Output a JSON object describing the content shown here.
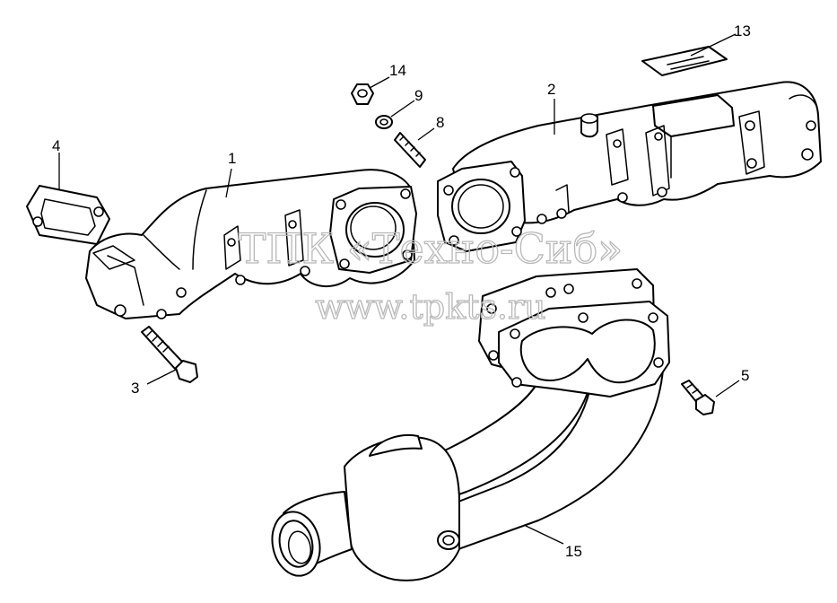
{
  "watermark": {
    "line1": "ТПК «Техно-Сиб»",
    "line2": "www.tpkts.ru"
  },
  "callouts": [
    {
      "id": "1",
      "label": "1"
    },
    {
      "id": "2",
      "label": "2"
    },
    {
      "id": "3",
      "label": "3"
    },
    {
      "id": "4",
      "label": "4"
    },
    {
      "id": "5",
      "label": "5"
    },
    {
      "id": "8",
      "label": "8"
    },
    {
      "id": "9",
      "label": "9"
    },
    {
      "id": "13",
      "label": "13"
    },
    {
      "id": "14",
      "label": "14"
    },
    {
      "id": "15",
      "label": "15"
    }
  ]
}
